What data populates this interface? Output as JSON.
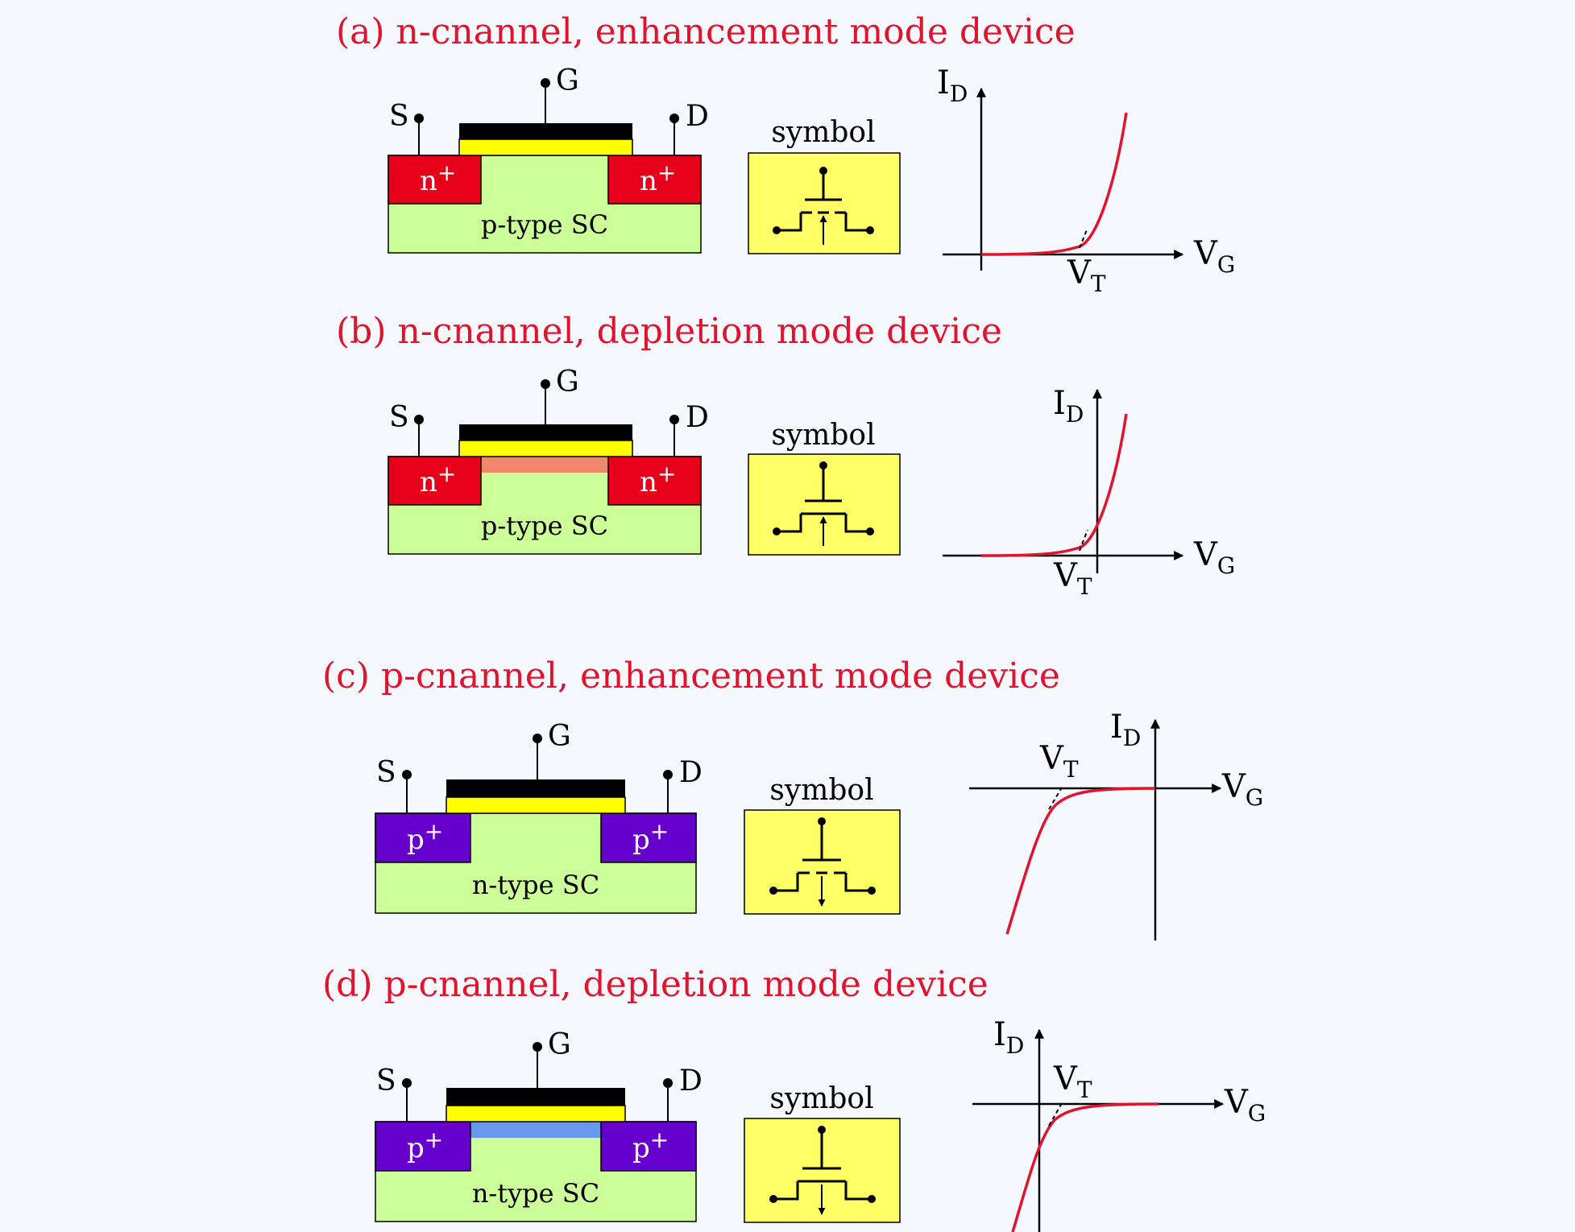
{
  "colors": {
    "background": "#f5f9fd",
    "title": "#e0142f",
    "substrate": "#ccff99",
    "n_plus": "#e60019",
    "p_plus": "#6600cc",
    "gate_metal": "#000000",
    "gate_oxide": "#ffff00",
    "n_channel": "#f0866a",
    "p_channel": "#6699ee",
    "symbol_box": "#ffff66",
    "curve": "#e0142f"
  },
  "icons": [
    "mosfet-symbol-arrow-in",
    "mosfet-symbol-arrow-out",
    "terminal-dot"
  ],
  "devices": [
    {
      "title": "(a) n-cnannel, enhancement mode device",
      "source": "S",
      "gate": "G",
      "drain": "D",
      "left_region": "n",
      "left_region_sup": "+",
      "right_region": "n",
      "right_region_sup": "+",
      "substrate": "p-type SC",
      "symbol_label": "symbol",
      "id_label": "I",
      "id_sub": "D",
      "vg_label": "V",
      "vg_sub": "G",
      "vt_label": "V",
      "vt_sub": "T"
    },
    {
      "title": "(b) n-cnannel, depletion mode device",
      "source": "S",
      "gate": "G",
      "drain": "D",
      "left_region": "n",
      "left_region_sup": "+",
      "right_region": "n",
      "right_region_sup": "+",
      "substrate": "p-type SC",
      "symbol_label": "symbol",
      "id_label": "I",
      "id_sub": "D",
      "vg_label": "V",
      "vg_sub": "G",
      "vt_label": "V",
      "vt_sub": "T"
    },
    {
      "title": "(c) p-cnannel, enhancement mode device",
      "source": "S",
      "gate": "G",
      "drain": "D",
      "left_region": "p",
      "left_region_sup": "+",
      "right_region": "p",
      "right_region_sup": "+",
      "substrate": "n-type SC",
      "symbol_label": "symbol",
      "id_label": "I",
      "id_sub": "D",
      "vg_label": "V",
      "vg_sub": "G",
      "vt_label": "V",
      "vt_sub": "T"
    },
    {
      "title": "(d) p-cnannel, depletion mode device",
      "source": "S",
      "gate": "G",
      "drain": "D",
      "left_region": "p",
      "left_region_sup": "+",
      "right_region": "p",
      "right_region_sup": "+",
      "substrate": "n-type SC",
      "symbol_label": "symbol",
      "id_label": "I",
      "id_sub": "D",
      "vg_label": "V",
      "vg_sub": "G",
      "vt_label": "V",
      "vt_sub": "T"
    }
  ]
}
